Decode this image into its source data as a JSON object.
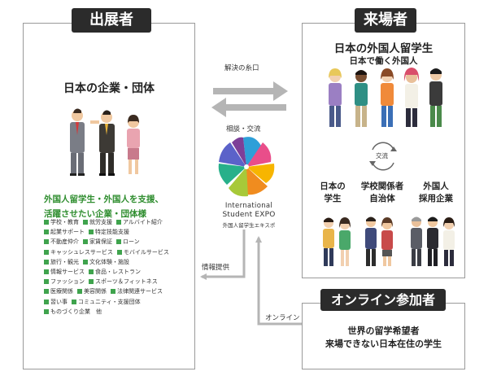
{
  "exhibitors": {
    "tag": "出展者",
    "subtitle": "日本の企業・団体",
    "description_line1": "外国人留学生・外国人を支援、",
    "description_line2": "活躍させたい企業・団体様",
    "industries": [
      [
        "学校・教育",
        "就労支援",
        "アルバイト紹介"
      ],
      [
        "起業サポート",
        "特定技能支援"
      ],
      [
        "不動産仲介",
        "家賃保証",
        "ローン"
      ],
      [
        "キャッシュレスサービス",
        "モバイルサービス"
      ],
      [
        "旅行・観光",
        "文化体験・施設"
      ],
      [
        "情報サービス",
        "食品・レストラン"
      ],
      [
        "ファッション",
        "スポーツ＆フィットネス"
      ],
      [
        "医療関係",
        "美容関係",
        "法律関連サービス"
      ],
      [
        "習い事",
        "コミュニティ・支援団体"
      ],
      [
        "ものづくり企業　他"
      ]
    ]
  },
  "visitors": {
    "tag": "来場者",
    "title": "日本の外国人留学生",
    "subtitle": "日本で働く外国人",
    "exchange": "交流",
    "categories": [
      {
        "line1": "日本の",
        "line2": "学生"
      },
      {
        "line1": "学校関係者",
        "line2": "自治体"
      },
      {
        "line1": "外国人",
        "line2": "採用企業"
      }
    ]
  },
  "online": {
    "tag": "オンライン参加者",
    "line1": "世界の留学希望者",
    "line2": "来場できない日本在住の学生"
  },
  "flows": {
    "solution": "解決の糸口",
    "consult": "相談・交流",
    "info": "情報提供",
    "online": "オンライン"
  },
  "logo": {
    "line1": "International",
    "line2": "Student EXPO",
    "line3": "外国人留学生エキスポ"
  },
  "colors": {
    "green": "#3fa34d",
    "tag_bg": "#2b2b2b",
    "arrow_gray": "#b5b5b5"
  }
}
